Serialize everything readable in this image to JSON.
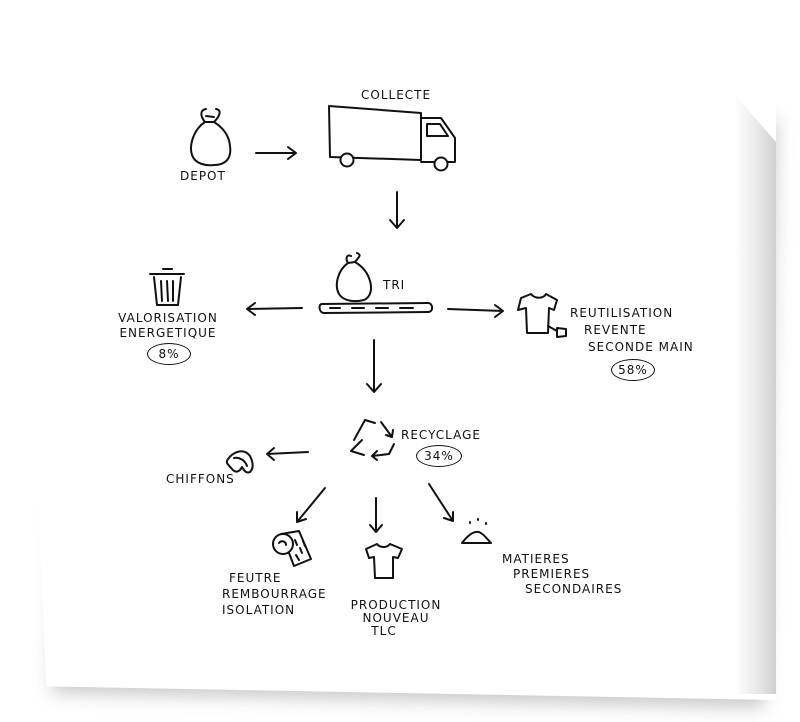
{
  "labels": {
    "depot": "DEPOT",
    "collecte": "COLLECTE",
    "tri": "TRI",
    "valorisation_1": "VALORISATION",
    "valorisation_2": "ENERGETIQUE",
    "valorisation_pct": "8%",
    "reutilisation_1": "REUTILISATION",
    "reutilisation_2": "REVENTE",
    "reutilisation_3": "SECONDE MAIN",
    "reutilisation_pct": "58%",
    "recyclage": "RECYCLAGE",
    "recyclage_pct": "34%",
    "chiffons": "CHIFFONS",
    "feutre_1": "FEUTRE",
    "feutre_2": "REMBOURRAGE",
    "feutre_3": "ISOLATION",
    "production_1": "PRODUCTION",
    "production_2": "NOUVEAU",
    "production_3": "TLC",
    "matieres_1": "MATIERES",
    "matieres_2": "PREMIERES",
    "matieres_3": "SECONDAIRES"
  },
  "icons": [
    "trash-bag-icon",
    "truck-icon",
    "sorting-conveyor-icon",
    "trash-bin-icon",
    "tshirt-tag-icon",
    "recycle-icon",
    "rags-icon",
    "felt-roll-icon",
    "tshirt-icon",
    "powder-pile-icon"
  ],
  "colors": {
    "ink": "#111111",
    "paper": "#ffffff"
  }
}
